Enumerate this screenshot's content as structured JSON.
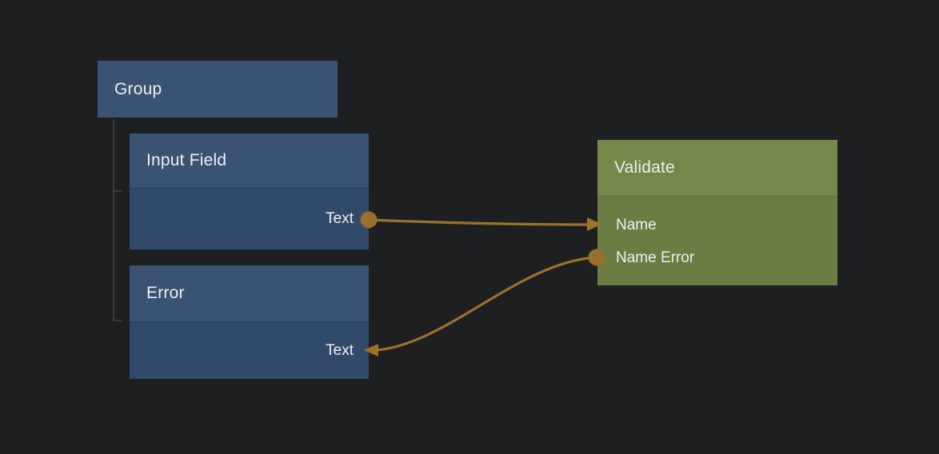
{
  "canvas": {
    "background": "#1e1f20",
    "kind": "node-graph-editor"
  },
  "colors": {
    "node_blue_header": "#3a5372",
    "node_blue_body": "#324a6a",
    "node_green_header": "#75884a",
    "node_green_body": "#6c7d44",
    "connection_gold": "#9a722b",
    "hierarchy_line_gray": "#4a4a4b",
    "text": "#eceff2"
  },
  "nodes": {
    "group": {
      "title": "Group"
    },
    "input_field": {
      "title": "Input Field",
      "ports": {
        "text": {
          "label": "Text",
          "direction": "output"
        }
      }
    },
    "error": {
      "title": "Error",
      "ports": {
        "text": {
          "label": "Text",
          "direction": "input"
        }
      }
    },
    "validate": {
      "title": "Validate",
      "ports": {
        "name": {
          "label": "Name",
          "direction": "input"
        },
        "name_error": {
          "label": "Name Error",
          "direction": "output"
        }
      }
    }
  },
  "hierarchy": {
    "parent": "Group",
    "children": [
      "Input Field",
      "Error"
    ]
  },
  "connections": [
    {
      "from": "Input Field / Text",
      "to": "Validate / Name"
    },
    {
      "from": "Validate / Name Error",
      "to": "Error / Text"
    }
  ]
}
